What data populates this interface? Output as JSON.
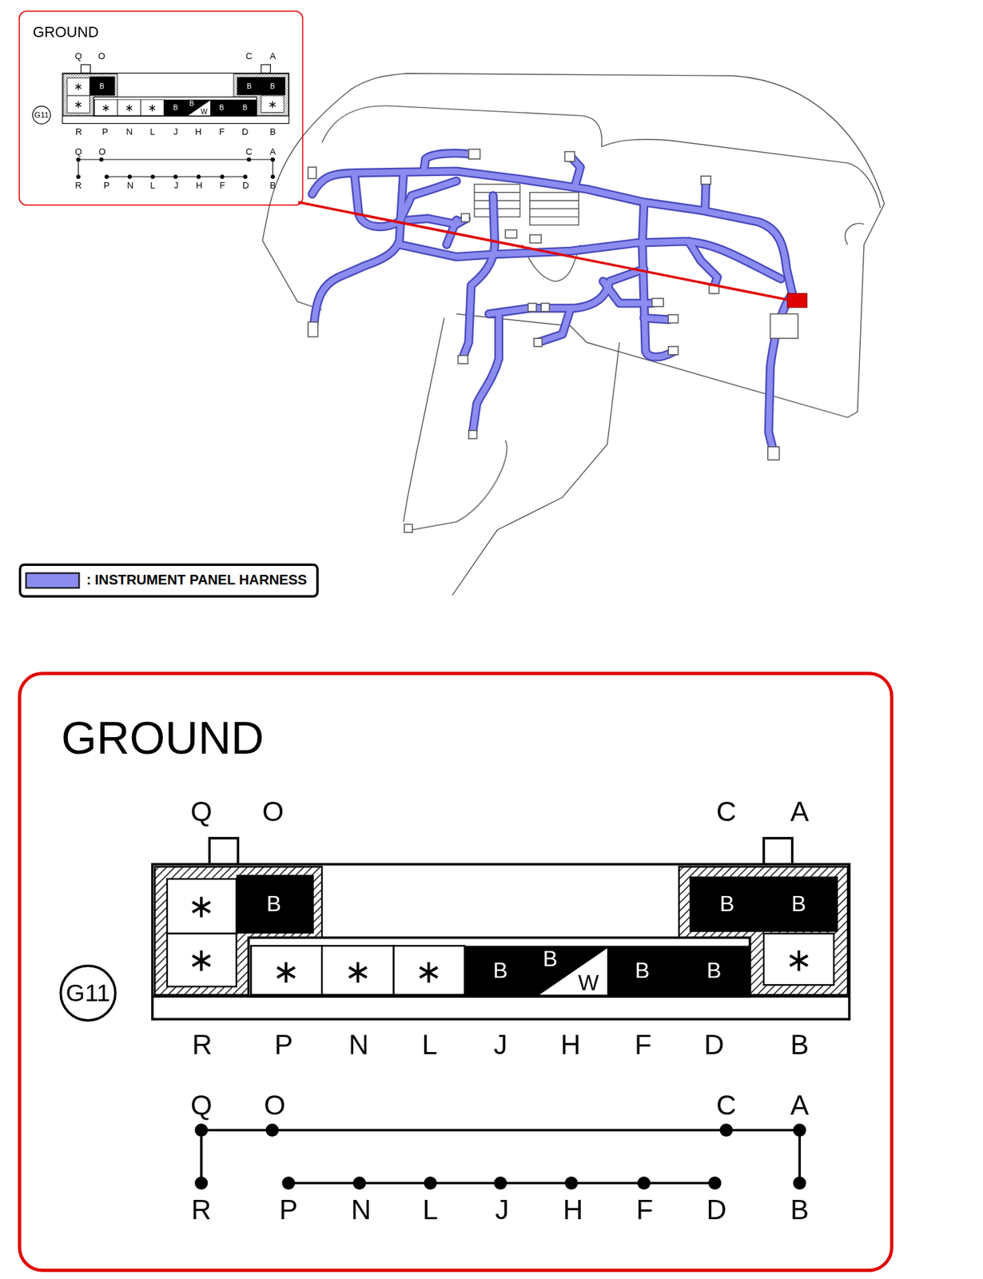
{
  "diagram": {
    "nodes": [
      {
        "text": [
          "GROUND"
        ]
      },
      {
        "text": [
          "G11"
        ],
        "in": 0
      },
      {
        "text": [
          "GROUND"
        ]
      },
      {
        "text": [
          "G11"
        ],
        "in": 2
      }
    ],
    "labels": [
      "Q",
      "O",
      "C",
      "A",
      "∗",
      "B",
      "B",
      "B",
      "∗",
      "∗",
      "∗",
      "∗",
      "B",
      "B",
      "W",
      "B",
      "B",
      "∗",
      "R",
      "P",
      "N",
      "L",
      "J",
      "H",
      "F",
      "D",
      "B",
      "Q",
      "O",
      "C",
      "A",
      "R",
      "P",
      "N",
      "L",
      "J",
      "H",
      "F",
      "D",
      "B",
      "Q",
      "O",
      "C",
      "A",
      "∗",
      "B",
      "B",
      "B",
      "∗",
      "∗",
      "∗",
      "∗",
      "B",
      "B",
      "W",
      "B",
      "B",
      "∗",
      "R",
      "P",
      "N",
      "L",
      "J",
      "H",
      "F",
      "D",
      "B",
      "Q",
      "O",
      "C",
      "A",
      "R",
      "P",
      "N",
      "L",
      "J",
      "H",
      "F",
      "D",
      "B"
    ],
    "legend": [
      {
        "text": ": INSTRUMENT PANEL HARNESS",
        "color": "#8c8cf0"
      }
    ]
  }
}
